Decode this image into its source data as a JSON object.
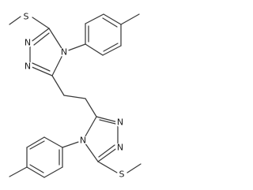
{
  "molecule": {
    "atom_labels": {
      "S1": "S",
      "N1a": "N",
      "N1b": "N",
      "N1c": "N",
      "N2a": "N",
      "N2b": "N",
      "N2c": "N",
      "S2": "S"
    }
  }
}
